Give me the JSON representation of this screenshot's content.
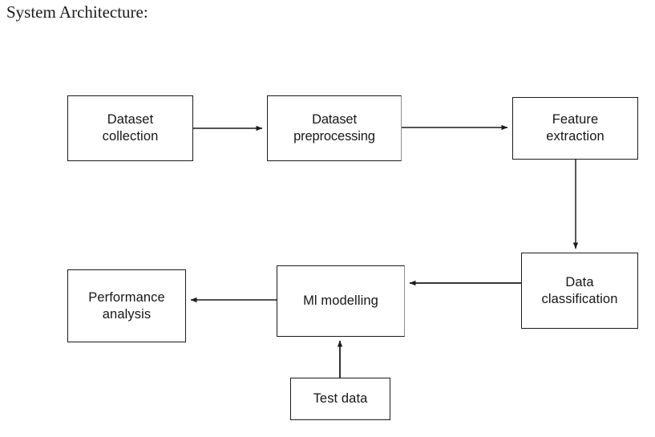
{
  "page": {
    "title": "System Architecture:",
    "background_color": "#ffffff",
    "stroke_color": "#1b1b1b",
    "text_color": "#161616"
  },
  "diagram": {
    "type": "flowchart",
    "orientation": "left-to-right then right-to-left (serpentine)",
    "nodes": [
      {
        "id": "dataset-collection",
        "label": "Dataset\ncollection",
        "row": 1,
        "col": 1
      },
      {
        "id": "dataset-preprocess",
        "label": "Dataset\npreprocessing",
        "row": 1,
        "col": 2
      },
      {
        "id": "feature-extraction",
        "label": "Feature\nextraction",
        "row": 1,
        "col": 3
      },
      {
        "id": "data-classification",
        "label": "Data\nclassification",
        "row": 2,
        "col": 3
      },
      {
        "id": "ml-modelling",
        "label": "Ml modelling",
        "row": 2,
        "col": 2
      },
      {
        "id": "performance-analysis",
        "label": "Performance\nanalysis",
        "row": 2,
        "col": 1
      },
      {
        "id": "test-data",
        "label": "Test data",
        "row": 3,
        "col": 2
      }
    ],
    "edges": [
      {
        "from": "dataset-collection",
        "to": "dataset-preprocess",
        "direction": "right"
      },
      {
        "from": "dataset-preprocess",
        "to": "feature-extraction",
        "direction": "right"
      },
      {
        "from": "feature-extraction",
        "to": "data-classification",
        "direction": "down"
      },
      {
        "from": "data-classification",
        "to": "ml-modelling",
        "direction": "left"
      },
      {
        "from": "ml-modelling",
        "to": "performance-analysis",
        "direction": "left"
      },
      {
        "from": "test-data",
        "to": "ml-modelling",
        "direction": "up"
      }
    ]
  }
}
